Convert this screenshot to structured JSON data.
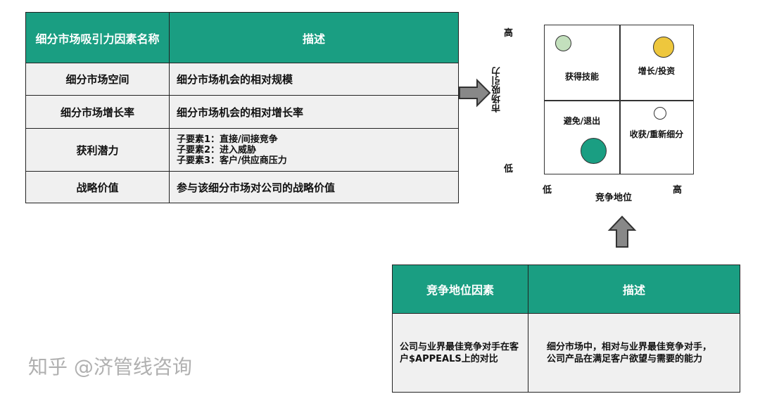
{
  "attractiveness_table": {
    "headers": [
      "细分市场吸引力因素名称",
      "描述"
    ],
    "rows": [
      {
        "name": "细分市场空间",
        "desc": "细分市场机会的相对规模"
      },
      {
        "name": "细分市场增长率",
        "desc": "细分市场机会的相对增长率"
      },
      {
        "name": "获利潜力",
        "desc": "子要素1：直接/间接竞争\n子要素2：进入威胁\n子要素3：客户/供应商压力"
      },
      {
        "name": "战略价值",
        "desc": "参与该细分市场对公司的战略价值"
      }
    ]
  },
  "matrix": {
    "y_axis": "市场吸引力",
    "y_high": "高",
    "y_low": "低",
    "x_axis": "竞争地位",
    "x_low": "低",
    "x_high": "高",
    "quadrants": {
      "top_left": "获得技能",
      "top_right": "增长/投资",
      "bottom_left": "避免/退出",
      "bottom_right": "收获/重新细分"
    },
    "colors": {
      "light_green": "#c3e0bd",
      "yellow": "#eec73d",
      "teal": "#1a9e82",
      "white": "#ffffff"
    }
  },
  "position_table": {
    "headers": [
      "竞争地位因素",
      "描述"
    ],
    "row": {
      "name": "公司与业界最佳竞争对手在客户$APPEALS上的对比",
      "desc": "细分市场中，相对与业界最佳竞争对手，公司产品在满足客户欲望与需要的能力"
    }
  },
  "watermark": "知乎 @济管线咨询",
  "accent": "#1a9e82"
}
